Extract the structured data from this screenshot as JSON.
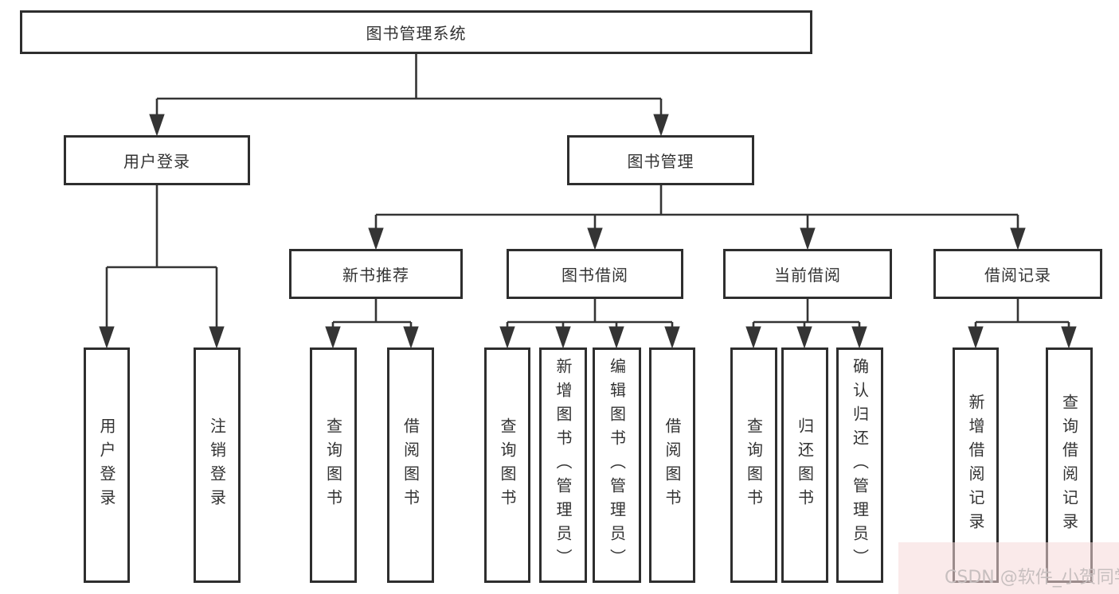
{
  "colors": {
    "background": "#ffffff",
    "line": "#343434",
    "box_border": "#2e2e2e",
    "text": "#333333",
    "watermark_text": "#c7bfbf",
    "watermark_bg": "#f6d9d9"
  },
  "tree": {
    "root": {
      "label": "图书管理系统",
      "children": [
        {
          "label": "用户登录",
          "children": [
            {
              "label": "用户登录"
            },
            {
              "label": "注销登录"
            }
          ]
        },
        {
          "label": "图书管理",
          "children": [
            {
              "label": "新书推荐",
              "children": [
                {
                  "label": "查询图书"
                },
                {
                  "label": "借阅图书"
                }
              ]
            },
            {
              "label": "图书借阅",
              "children": [
                {
                  "label": "查询图书"
                },
                {
                  "label": "新增图书（管理员）"
                },
                {
                  "label": "编辑图书（管理员）"
                },
                {
                  "label": "借阅图书"
                }
              ]
            },
            {
              "label": "当前借阅",
              "children": [
                {
                  "label": "查询图书"
                },
                {
                  "label": "归还图书"
                },
                {
                  "label": "确认归还（管理员）"
                }
              ]
            },
            {
              "label": "借阅记录",
              "children": [
                {
                  "label": "新增借阅记录"
                },
                {
                  "label": "查询借阅记录"
                }
              ]
            }
          ]
        }
      ]
    }
  },
  "watermark": {
    "text": "CSDN @软件_小贺同学"
  }
}
